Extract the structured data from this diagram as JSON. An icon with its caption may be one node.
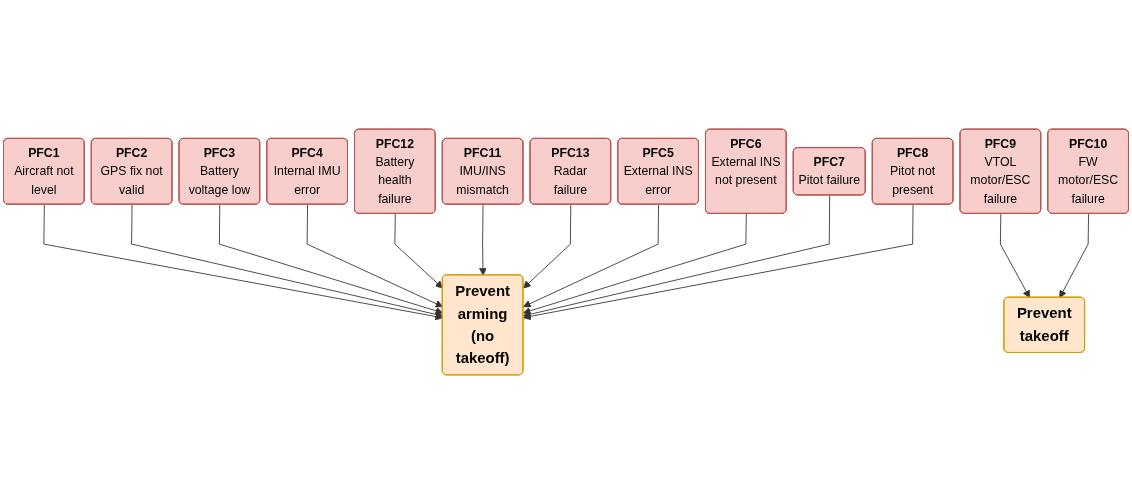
{
  "diagram": {
    "nodes": [
      {
        "text": [
          "PFC1",
          "Aircraft not level"
        ]
      },
      {
        "text": [
          "PFC2",
          "GPS fix not valid"
        ]
      },
      {
        "text": [
          "PFC3",
          "Battery voltage low"
        ]
      },
      {
        "text": [
          "PFC4",
          "Internal IMU error"
        ]
      },
      {
        "text": [
          "PFC12",
          "Battery health failure"
        ]
      },
      {
        "text": [
          "PFC11",
          "IMU/INS mismatch"
        ]
      },
      {
        "text": [
          "Prevent arming (no takeoff)"
        ]
      },
      {
        "text": [
          "PFC13",
          "Radar failure"
        ]
      },
      {
        "text": [
          "PFC5",
          "External INS error"
        ]
      },
      {
        "text": [
          "PFC6",
          "External INS not present"
        ]
      },
      {
        "text": [
          "PFC7",
          "Pitot failure"
        ]
      },
      {
        "text": [
          "PFC8",
          "Pitot not present"
        ]
      },
      {
        "text": [
          "PFC9",
          "VTOL motor/ESC failure"
        ]
      },
      {
        "text": [
          "Prevent takeoff"
        ]
      },
      {
        "text": [
          "PFC10",
          "FW motor/ESC failure"
        ]
      }
    ],
    "edges": [
      {
        "from": 0,
        "to": 6,
        "arrow": "to"
      },
      {
        "from": 1,
        "to": 6,
        "arrow": "to"
      },
      {
        "from": 2,
        "to": 6,
        "arrow": "to"
      },
      {
        "from": 3,
        "to": 6,
        "arrow": "to"
      },
      {
        "from": 4,
        "to": 6,
        "arrow": "to"
      },
      {
        "from": 5,
        "to": 6,
        "arrow": "to"
      },
      {
        "from": 7,
        "to": 6,
        "arrow": "to"
      },
      {
        "from": 8,
        "to": 6,
        "arrow": "to"
      },
      {
        "from": 9,
        "to": 6,
        "arrow": "to"
      },
      {
        "from": 10,
        "to": 6,
        "arrow": "to"
      },
      {
        "from": 11,
        "to": 6,
        "arrow": "to"
      },
      {
        "from": 12,
        "to": 13,
        "arrow": "to"
      },
      {
        "from": 14,
        "to": 13,
        "arrow": "to"
      }
    ]
  }
}
